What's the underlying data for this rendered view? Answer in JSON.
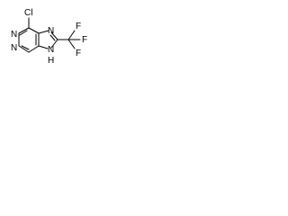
{
  "molecule": {
    "atoms": {
      "chlorine": "Cl",
      "ring_nitrogen_top": "N",
      "ring_nitrogen_left": "N",
      "imidazole_nitrogen_top": "N",
      "imidazole_nh": "N",
      "imidazole_nh_hydrogen": "H",
      "fluorine_top": "F",
      "fluorine_right": "F",
      "fluorine_bottom": "F"
    },
    "colors": {
      "bond": "#000000",
      "label": "#000000",
      "background": "#ffffff"
    }
  }
}
